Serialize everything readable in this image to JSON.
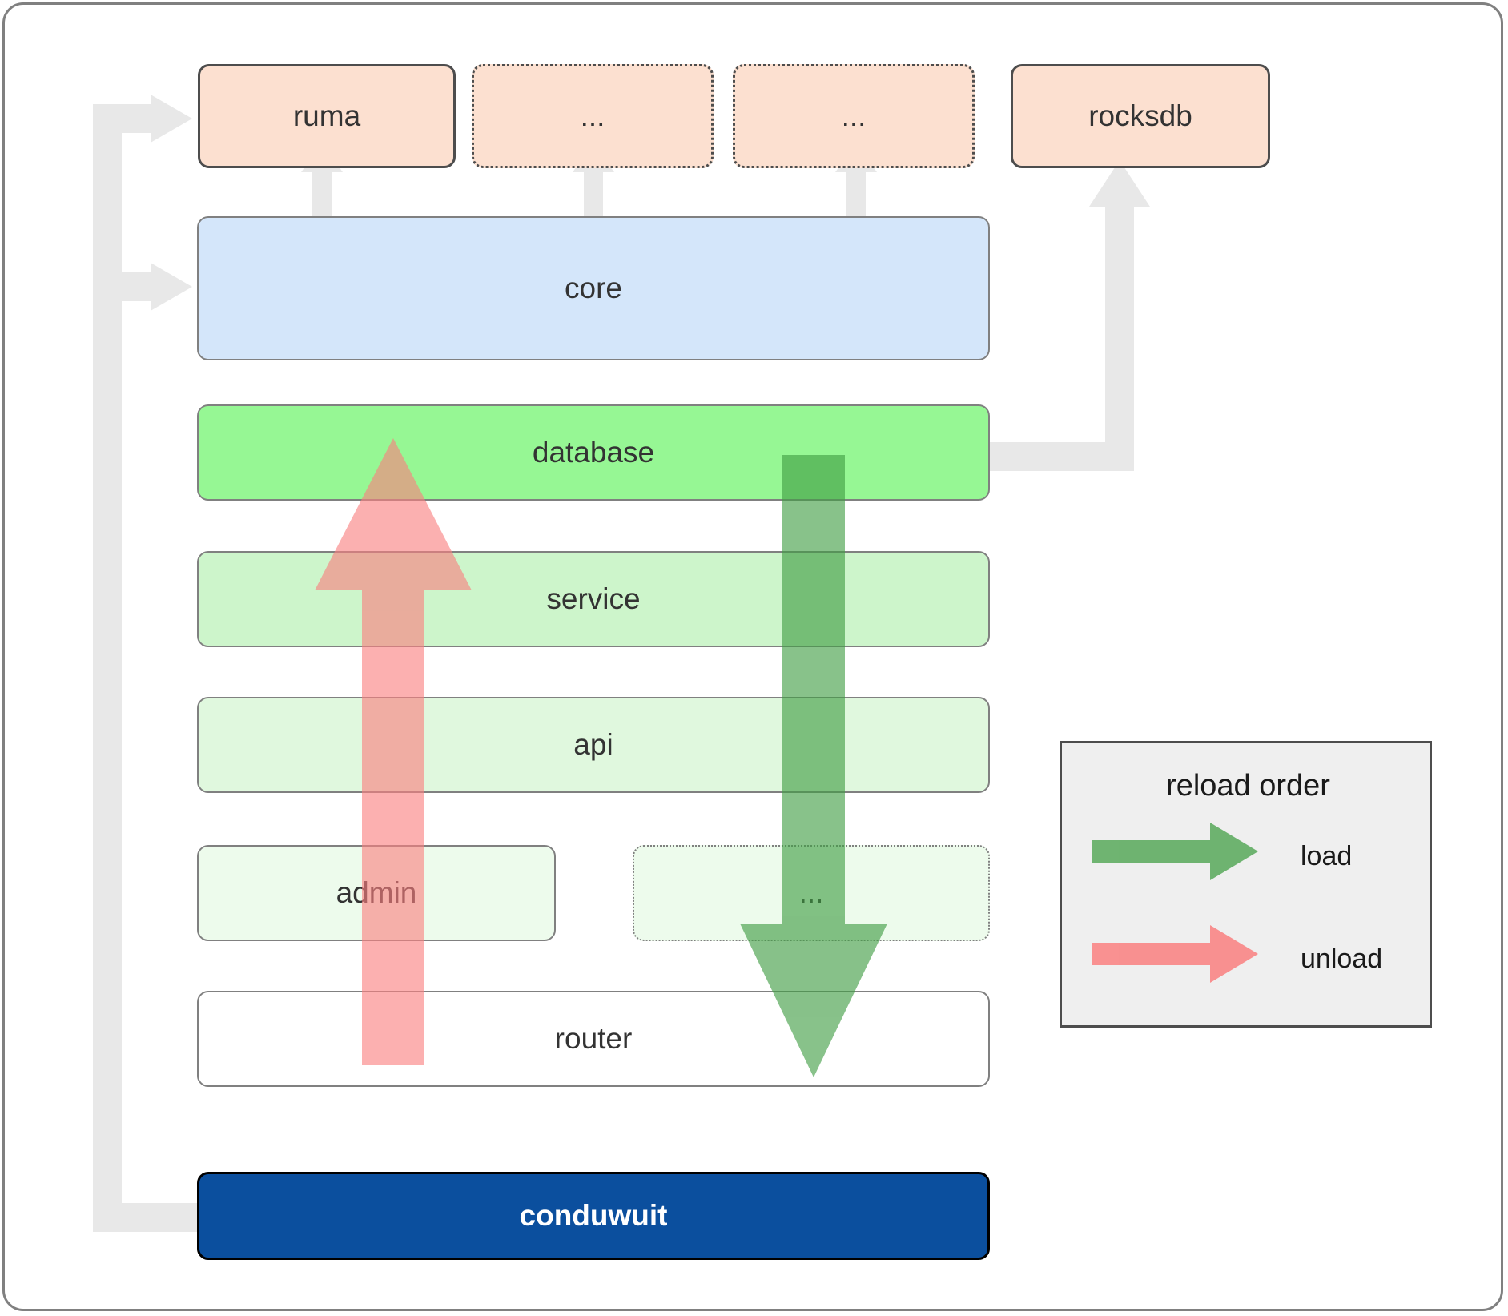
{
  "diagram": {
    "title": "conduwuit crate dependency and reload order",
    "type": "architecture-layer-diagram",
    "background_color": "#ffffff",
    "frame_border_color": "#808080"
  },
  "external_row": {
    "nodes": [
      {
        "id": "ruma",
        "label": "ruma",
        "fill": "#fce0d0",
        "border": "#4d4d4d",
        "style": "solid"
      },
      {
        "id": "ext-a",
        "label": "...",
        "fill": "#fce0d0",
        "border": "#4d4d4d",
        "style": "dotted"
      },
      {
        "id": "ext-b",
        "label": "...",
        "fill": "#fce0d0",
        "border": "#4d4d4d",
        "style": "dotted"
      },
      {
        "id": "rocksdb",
        "label": "rocksdb",
        "fill": "#fce0d0",
        "border": "#4d4d4d",
        "style": "solid"
      }
    ]
  },
  "stack": {
    "nodes": [
      {
        "id": "core",
        "label": "core",
        "fill": "#d4e6fa",
        "border": "#808080",
        "style": "thin"
      },
      {
        "id": "database",
        "label": "database",
        "fill": "#96f794",
        "border": "#808080",
        "style": "thin"
      },
      {
        "id": "service",
        "label": "service",
        "fill": "#cdf5cb",
        "border": "#808080",
        "style": "thin"
      },
      {
        "id": "api",
        "label": "api",
        "fill": "#e0f8de",
        "border": "#808080",
        "style": "thin"
      },
      {
        "id": "admin",
        "label": "admin",
        "fill": "#edfbec",
        "border": "#808080",
        "style": "thin"
      },
      {
        "id": "dots",
        "label": "...",
        "fill": "#edfbec",
        "border": "#808080",
        "style": "dotted-thin"
      },
      {
        "id": "router",
        "label": "router",
        "fill": "#ffffff",
        "border": "#808080",
        "style": "thin"
      }
    ]
  },
  "root": {
    "id": "conduwuit",
    "label": "conduwuit",
    "fill": "#0b4f9e",
    "border": "#000000",
    "text_color": "#ffffff"
  },
  "legend": {
    "title": "reload order",
    "background": "#efefef",
    "border": "#4d4d4d",
    "entries": [
      {
        "id": "load",
        "label": "load",
        "color": "#58a95b"
      },
      {
        "id": "unload",
        "label": "unload",
        "color": "#fa8080"
      }
    ]
  },
  "flow_arrows": {
    "unload": {
      "label": "unload",
      "color": "#fa8080",
      "direction": "up",
      "from": "router",
      "to": "database"
    },
    "load": {
      "label": "load",
      "color": "#58a95b",
      "direction": "down",
      "from": "database",
      "to": "router"
    }
  },
  "dependency_arrows": {
    "color": "#e8e8e8",
    "edges": [
      {
        "from": "conduwuit",
        "to": "ruma"
      },
      {
        "from": "conduwuit",
        "to": "core"
      },
      {
        "from": "core",
        "to": "ruma"
      },
      {
        "from": "core",
        "to": "ext-a"
      },
      {
        "from": "core",
        "to": "ext-b"
      },
      {
        "from": "database",
        "to": "rocksdb"
      }
    ]
  }
}
